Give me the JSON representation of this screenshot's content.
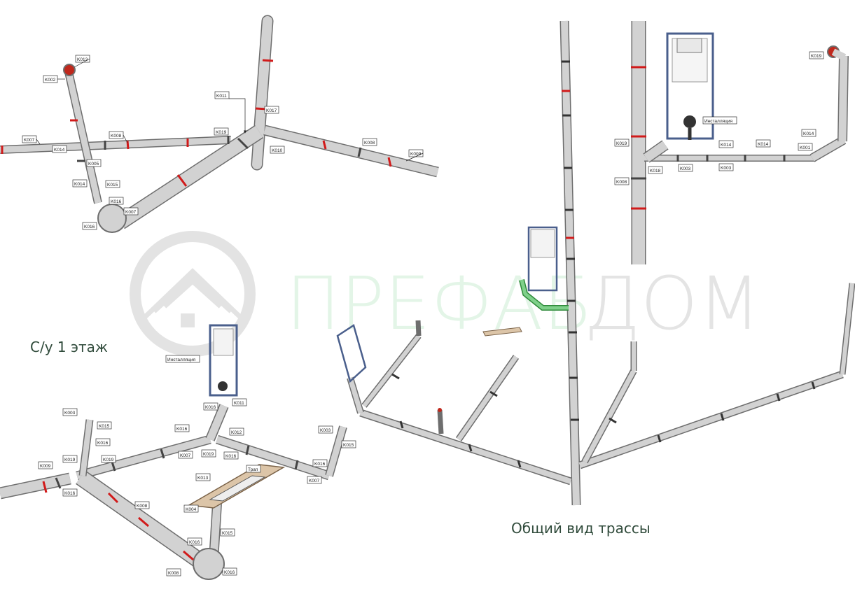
{
  "watermark": {
    "text_a": "ПРЕФАБ",
    "text_b": "ДОМ",
    "colors": {
      "circle": "#e2e2e2",
      "text_a": "#e4f6e8",
      "text_b": "#e4e4e4"
    }
  },
  "captions": {
    "floor1": "С/у 1 этаж",
    "overview": "Общий вид трассы"
  },
  "installation_label": "Инсталляция",
  "tray_label": "Трап",
  "colors": {
    "pipe": "#d2d2d2",
    "pipe_edge": "#6e6e6e",
    "seal_ring": "#d11a1a",
    "joint": "#444444",
    "frame": "#4a5f8c"
  },
  "tags": {
    "tl": [
      "K013",
      "K002",
      "K007",
      "K008",
      "K011",
      "K019",
      "K017",
      "K010",
      "K008",
      "K009",
      "K014",
      "K005",
      "K014",
      "K015",
      "K016",
      "K007",
      "K016"
    ],
    "tr": [
      "K019",
      "K008",
      "K018",
      "K003",
      "K014",
      "K003",
      "K014",
      "K014",
      "K001",
      "K019",
      "Инсталляция"
    ],
    "bl": [
      "K003",
      "K015",
      "K016",
      "K019",
      "K019",
      "K009",
      "K016",
      "K016",
      "K007",
      "K019",
      "K016",
      "K012",
      "K011",
      "K016",
      "K003",
      "K015",
      "K016",
      "K007",
      "K013",
      "K004",
      "K016",
      "K015",
      "K008",
      "K016",
      "K008",
      "Инсталляция",
      "Трап"
    ]
  }
}
